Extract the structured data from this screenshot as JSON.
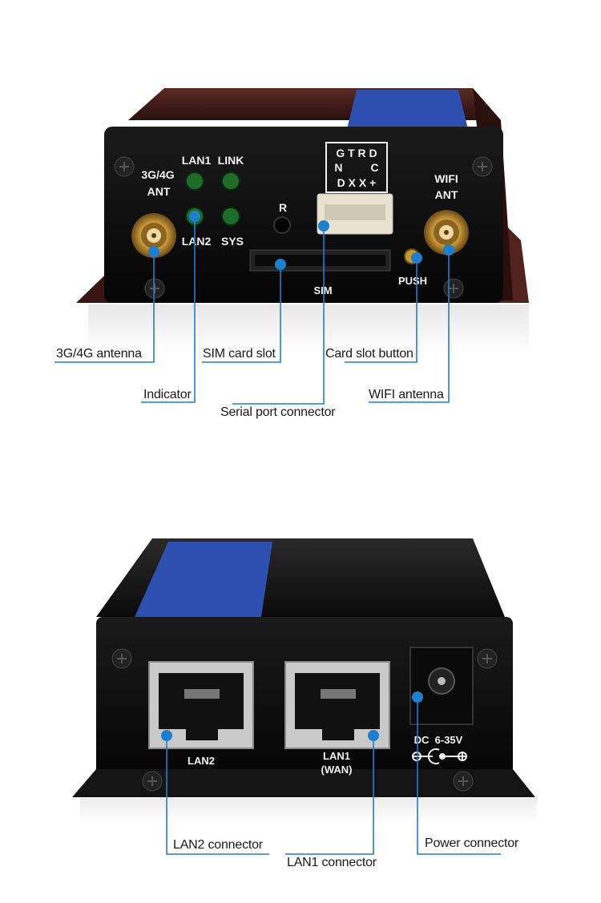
{
  "colors": {
    "accent": "#1e7fd0",
    "device_body": "#0f0f0f",
    "chassis_brown": "#4a1f1a",
    "label_blue": "#2c4fb0",
    "led_green": "#1f6b2a"
  },
  "front_panel": {
    "labels": {
      "ant_3g4g_line1": "3G/4G",
      "ant_3g4g_line2": "ANT",
      "lan1": "LAN1",
      "link": "LINK",
      "lan2": "LAN2",
      "sys": "SYS",
      "reset": "R",
      "sim": "SIM",
      "push": "PUSH",
      "wifi_line1": "WIFI",
      "wifi_line2": "ANT",
      "serial_row1": "G T R D",
      "serial_row2": "N         C",
      "serial_row3": "D X X +"
    },
    "callouts": {
      "ant_3g4g": "3G/4G antenna",
      "sim_slot": "SIM card slot",
      "card_button": "Card slot button",
      "indicator": "Indicator",
      "wifi_antenna": "WIFI antenna",
      "serial_port": "Serial port connector"
    }
  },
  "rear_panel": {
    "labels": {
      "lan2": "LAN2",
      "lan1_line1": "LAN1",
      "lan1_line2": "(WAN)",
      "dc_line": "DC  6-35V"
    },
    "callouts": {
      "lan2_connector": "LAN2 connector",
      "lan1_connector": "LAN1 connector",
      "power_connector": "Power connector"
    }
  }
}
